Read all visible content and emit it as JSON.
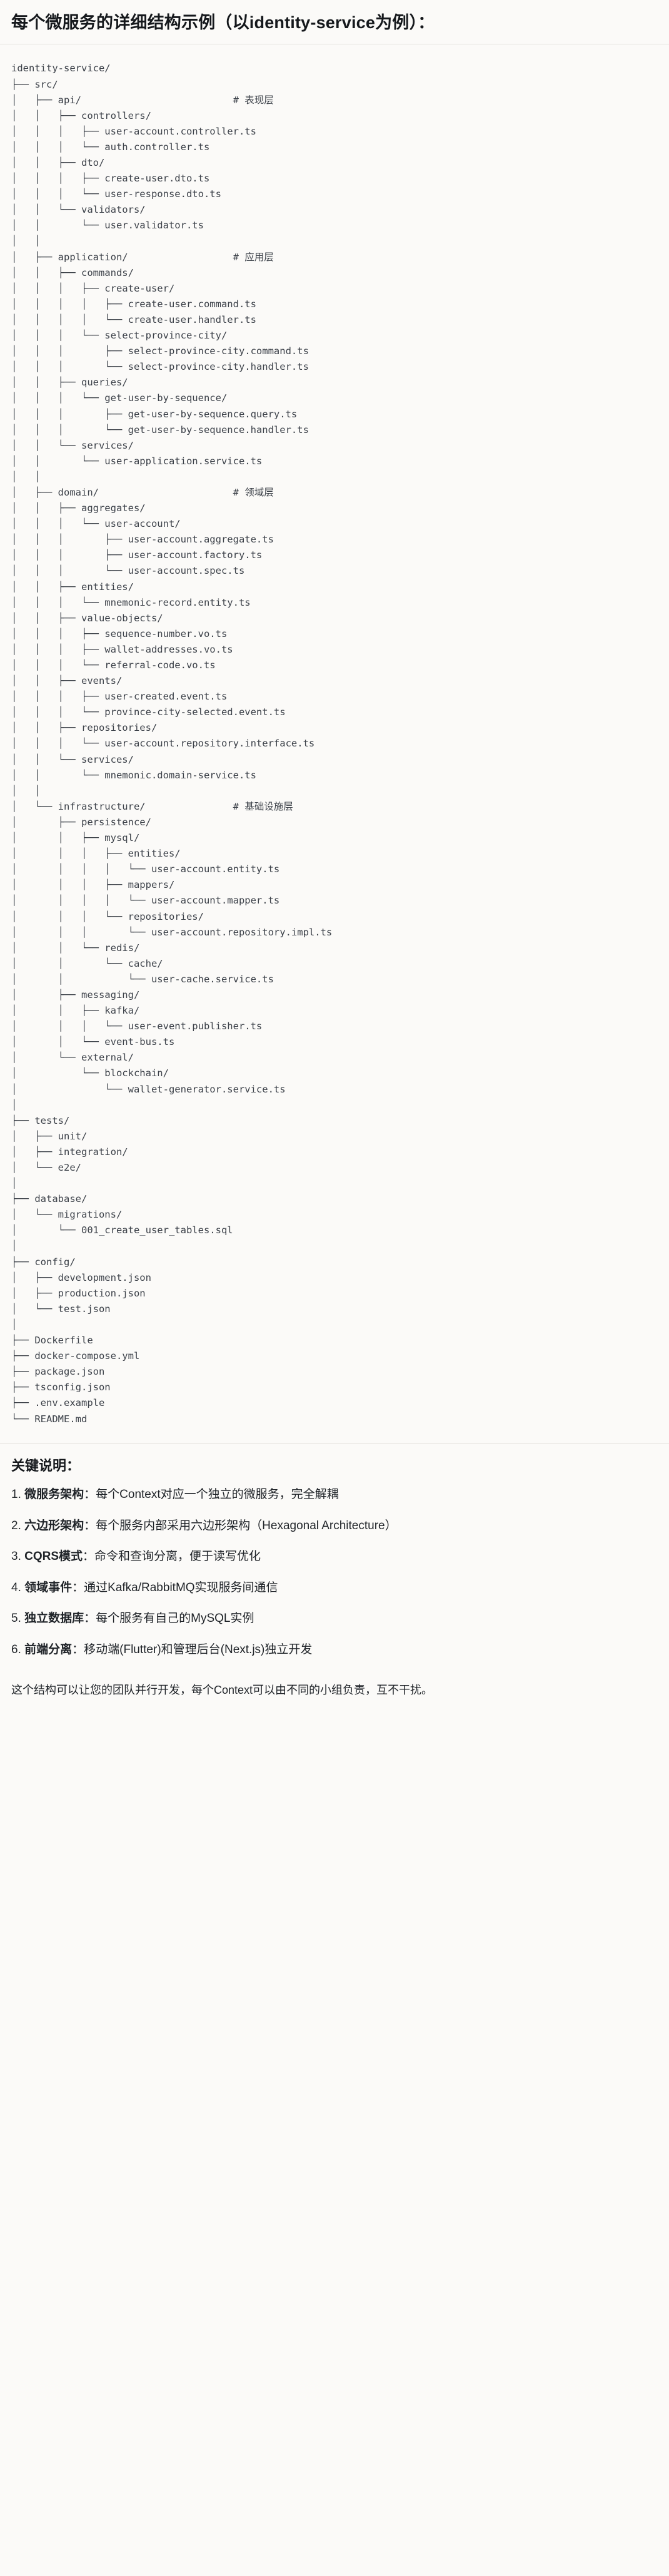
{
  "heading": "每个微服务的详细结构示例（以identity-service为例）：",
  "tree": {
    "lines": [
      {
        "text": "identity-service/",
        "comment": ""
      },
      {
        "text": "├── src/",
        "comment": ""
      },
      {
        "text": "│   ├── api/",
        "comment": "# 表现层"
      },
      {
        "text": "│   │   ├── controllers/",
        "comment": ""
      },
      {
        "text": "│   │   │   ├── user-account.controller.ts",
        "comment": ""
      },
      {
        "text": "│   │   │   └── auth.controller.ts",
        "comment": ""
      },
      {
        "text": "│   │   ├── dto/",
        "comment": ""
      },
      {
        "text": "│   │   │   ├── create-user.dto.ts",
        "comment": ""
      },
      {
        "text": "│   │   │   └── user-response.dto.ts",
        "comment": ""
      },
      {
        "text": "│   │   └── validators/",
        "comment": ""
      },
      {
        "text": "│   │       └── user.validator.ts",
        "comment": ""
      },
      {
        "text": "│   │",
        "comment": ""
      },
      {
        "text": "│   ├── application/",
        "comment": "# 应用层"
      },
      {
        "text": "│   │   ├── commands/",
        "comment": ""
      },
      {
        "text": "│   │   │   ├── create-user/",
        "comment": ""
      },
      {
        "text": "│   │   │   │   ├── create-user.command.ts",
        "comment": ""
      },
      {
        "text": "│   │   │   │   └── create-user.handler.ts",
        "comment": ""
      },
      {
        "text": "│   │   │   └── select-province-city/",
        "comment": ""
      },
      {
        "text": "│   │   │       ├── select-province-city.command.ts",
        "comment": ""
      },
      {
        "text": "│   │   │       └── select-province-city.handler.ts",
        "comment": ""
      },
      {
        "text": "│   │   ├── queries/",
        "comment": ""
      },
      {
        "text": "│   │   │   └── get-user-by-sequence/",
        "comment": ""
      },
      {
        "text": "│   │   │       ├── get-user-by-sequence.query.ts",
        "comment": ""
      },
      {
        "text": "│   │   │       └── get-user-by-sequence.handler.ts",
        "comment": ""
      },
      {
        "text": "│   │   └── services/",
        "comment": ""
      },
      {
        "text": "│   │       └── user-application.service.ts",
        "comment": ""
      },
      {
        "text": "│   │",
        "comment": ""
      },
      {
        "text": "│   ├── domain/",
        "comment": "# 领域层"
      },
      {
        "text": "│   │   ├── aggregates/",
        "comment": ""
      },
      {
        "text": "│   │   │   └── user-account/",
        "comment": ""
      },
      {
        "text": "│   │   │       ├── user-account.aggregate.ts",
        "comment": ""
      },
      {
        "text": "│   │   │       ├── user-account.factory.ts",
        "comment": ""
      },
      {
        "text": "│   │   │       └── user-account.spec.ts",
        "comment": ""
      },
      {
        "text": "│   │   ├── entities/",
        "comment": ""
      },
      {
        "text": "│   │   │   └── mnemonic-record.entity.ts",
        "comment": ""
      },
      {
        "text": "│   │   ├── value-objects/",
        "comment": ""
      },
      {
        "text": "│   │   │   ├── sequence-number.vo.ts",
        "comment": ""
      },
      {
        "text": "│   │   │   ├── wallet-addresses.vo.ts",
        "comment": ""
      },
      {
        "text": "│   │   │   └── referral-code.vo.ts",
        "comment": ""
      },
      {
        "text": "│   │   ├── events/",
        "comment": ""
      },
      {
        "text": "│   │   │   ├── user-created.event.ts",
        "comment": ""
      },
      {
        "text": "│   │   │   └── province-city-selected.event.ts",
        "comment": ""
      },
      {
        "text": "│   │   ├── repositories/",
        "comment": ""
      },
      {
        "text": "│   │   │   └── user-account.repository.interface.ts",
        "comment": ""
      },
      {
        "text": "│   │   └── services/",
        "comment": ""
      },
      {
        "text": "│   │       └── mnemonic.domain-service.ts",
        "comment": ""
      },
      {
        "text": "│   │",
        "comment": ""
      },
      {
        "text": "│   └── infrastructure/",
        "comment": "# 基础设施层"
      },
      {
        "text": "│       ├── persistence/",
        "comment": ""
      },
      {
        "text": "│       │   ├── mysql/",
        "comment": ""
      },
      {
        "text": "│       │   │   ├── entities/",
        "comment": ""
      },
      {
        "text": "│       │   │   │   └── user-account.entity.ts",
        "comment": ""
      },
      {
        "text": "│       │   │   ├── mappers/",
        "comment": ""
      },
      {
        "text": "│       │   │   │   └── user-account.mapper.ts",
        "comment": ""
      },
      {
        "text": "│       │   │   └── repositories/",
        "comment": ""
      },
      {
        "text": "│       │   │       └── user-account.repository.impl.ts",
        "comment": ""
      },
      {
        "text": "│       │   └── redis/",
        "comment": ""
      },
      {
        "text": "│       │       └── cache/",
        "comment": ""
      },
      {
        "text": "│       │           └── user-cache.service.ts",
        "comment": ""
      },
      {
        "text": "│       ├── messaging/",
        "comment": ""
      },
      {
        "text": "│       │   ├── kafka/",
        "comment": ""
      },
      {
        "text": "│       │   │   └── user-event.publisher.ts",
        "comment": ""
      },
      {
        "text": "│       │   └── event-bus.ts",
        "comment": ""
      },
      {
        "text": "│       └── external/",
        "comment": ""
      },
      {
        "text": "│           └── blockchain/",
        "comment": ""
      },
      {
        "text": "│               └── wallet-generator.service.ts",
        "comment": ""
      },
      {
        "text": "│",
        "comment": ""
      },
      {
        "text": "├── tests/",
        "comment": ""
      },
      {
        "text": "│   ├── unit/",
        "comment": ""
      },
      {
        "text": "│   ├── integration/",
        "comment": ""
      },
      {
        "text": "│   └── e2e/",
        "comment": ""
      },
      {
        "text": "│",
        "comment": ""
      },
      {
        "text": "├── database/",
        "comment": ""
      },
      {
        "text": "│   └── migrations/",
        "comment": ""
      },
      {
        "text": "│       └── 001_create_user_tables.sql",
        "comment": ""
      },
      {
        "text": "│",
        "comment": ""
      },
      {
        "text": "├── config/",
        "comment": ""
      },
      {
        "text": "│   ├── development.json",
        "comment": ""
      },
      {
        "text": "│   ├── production.json",
        "comment": ""
      },
      {
        "text": "│   └── test.json",
        "comment": ""
      },
      {
        "text": "│",
        "comment": ""
      },
      {
        "text": "├── Dockerfile",
        "comment": ""
      },
      {
        "text": "├── docker-compose.yml",
        "comment": ""
      },
      {
        "text": "├── package.json",
        "comment": ""
      },
      {
        "text": "├── tsconfig.json",
        "comment": ""
      },
      {
        "text": "├── .env.example",
        "comment": ""
      },
      {
        "text": "└── README.md",
        "comment": ""
      }
    ],
    "comment_column": 38
  },
  "notes": {
    "title": "关键说明：",
    "items": [
      {
        "num": "1.",
        "term": "微服务架构",
        "sep": "：",
        "desc": "每个Context对应一个独立的微服务，完全解耦"
      },
      {
        "num": "2.",
        "term": "六边形架构",
        "sep": "：",
        "desc": "每个服务内部采用六边形架构（Hexagonal Architecture）"
      },
      {
        "num": "3.",
        "term": "CQRS模式",
        "sep": "：",
        "desc": "命令和查询分离，便于读写优化"
      },
      {
        "num": "4.",
        "term": "领域事件",
        "sep": "：",
        "desc": "通过Kafka/RabbitMQ实现服务间通信"
      },
      {
        "num": "5.",
        "term": "独立数据库",
        "sep": "：",
        "desc": "每个服务有自己的MySQL实例"
      },
      {
        "num": "6.",
        "term": "前端分离",
        "sep": "：",
        "desc": "移动端(Flutter)和管理后台(Next.js)独立开发"
      }
    ],
    "closing": "这个结构可以让您的团队并行开发，每个Context可以由不同的小组负责，互不干扰。"
  },
  "colors": {
    "background": "#fbfaf8",
    "text": "#1f2328",
    "code_text": "#3c4149",
    "rule": "#e4e2dd"
  }
}
